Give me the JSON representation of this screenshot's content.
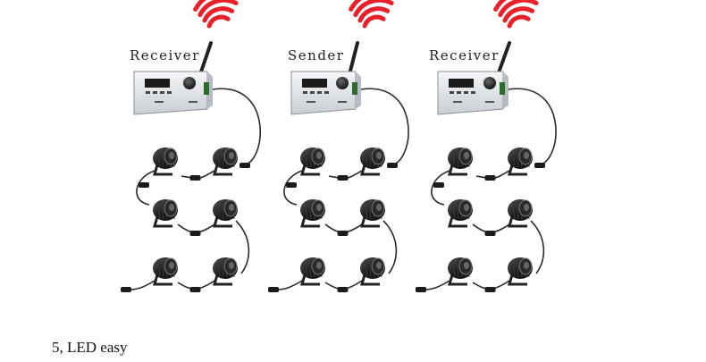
{
  "units": [
    {
      "label": "Receiver",
      "role": "receiver"
    },
    {
      "label": "Sender",
      "role": "sender"
    },
    {
      "label": "Receiver",
      "role": "receiver"
    }
  ],
  "caption": "5, LED easy",
  "colors": {
    "signal": "#e8202a",
    "controller_body": "#e9ecef",
    "connector": "#1c1c1c",
    "cable": "#2a2a2a"
  },
  "icons": {
    "signal": "wireless-signal-icon",
    "controller": "dmx-controller-icon",
    "light": "led-spotlight-icon",
    "antenna": "antenna-icon"
  }
}
